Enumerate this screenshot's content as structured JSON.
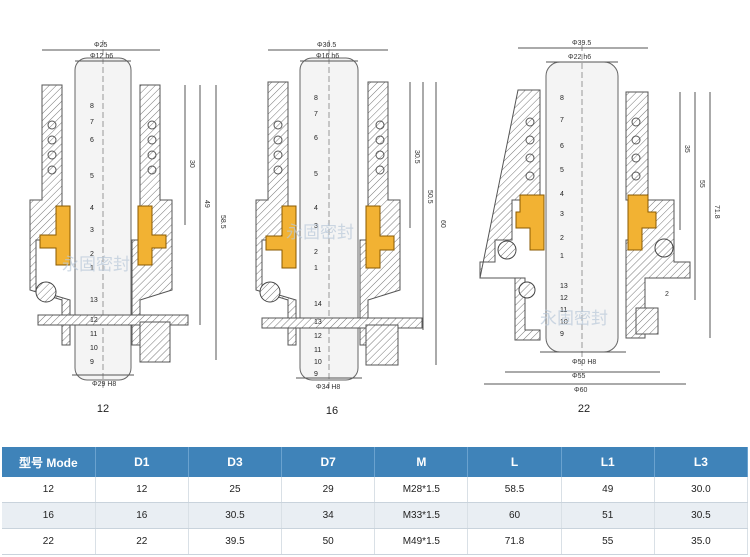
{
  "colors": {
    "header_bg": "#3f83b9",
    "header_text": "#ffffff",
    "seal_face": "#f2b233",
    "hatch": "#777777",
    "shaft": "#f4f4f4"
  },
  "drawings": [
    {
      "caption": "12",
      "top_dims": [
        "Φ25",
        "Φ12 h6"
      ],
      "bottom_dim": "Φ29 H8",
      "side_dims": [
        "30",
        "49",
        "58.5"
      ],
      "part_numbers": [
        "8",
        "7",
        "6",
        "5",
        "4",
        "3",
        "2",
        "1",
        "13",
        "12",
        "11",
        "10",
        "9"
      ]
    },
    {
      "caption": "16",
      "top_dims": [
        "Φ30.5",
        "Φ16 h6"
      ],
      "bottom_dim": "Φ34 H8",
      "side_dims": [
        "30.5",
        "50.5",
        "60"
      ],
      "part_numbers": [
        "8",
        "7",
        "6",
        "5",
        "4",
        "3",
        "2",
        "1",
        "14",
        "13",
        "12",
        "11",
        "10",
        "9"
      ]
    },
    {
      "caption": "22",
      "top_dims": [
        "Φ39.5",
        "Φ22 h6"
      ],
      "bottom_dims": [
        "Φ50 H8",
        "Φ55",
        "Φ60"
      ],
      "side_dims": [
        "35",
        "55",
        "71.8"
      ],
      "small_dim": "2",
      "part_numbers": [
        "8",
        "7",
        "6",
        "5",
        "4",
        "3",
        "2",
        "1",
        "13",
        "12",
        "11",
        "10",
        "9"
      ]
    }
  ],
  "watermark": "永固密封",
  "table": {
    "headers": [
      "型号 Mode",
      "D1",
      "D3",
      "D7",
      "M",
      "L",
      "L1",
      "L3"
    ],
    "rows": [
      [
        "12",
        "12",
        "25",
        "29",
        "M28*1.5",
        "58.5",
        "49",
        "30.0"
      ],
      [
        "16",
        "16",
        "30.5",
        "34",
        "M33*1.5",
        "60",
        "51",
        "30.5"
      ],
      [
        "22",
        "22",
        "39.5",
        "50",
        "M49*1.5",
        "71.8",
        "55",
        "35.0"
      ]
    ]
  }
}
